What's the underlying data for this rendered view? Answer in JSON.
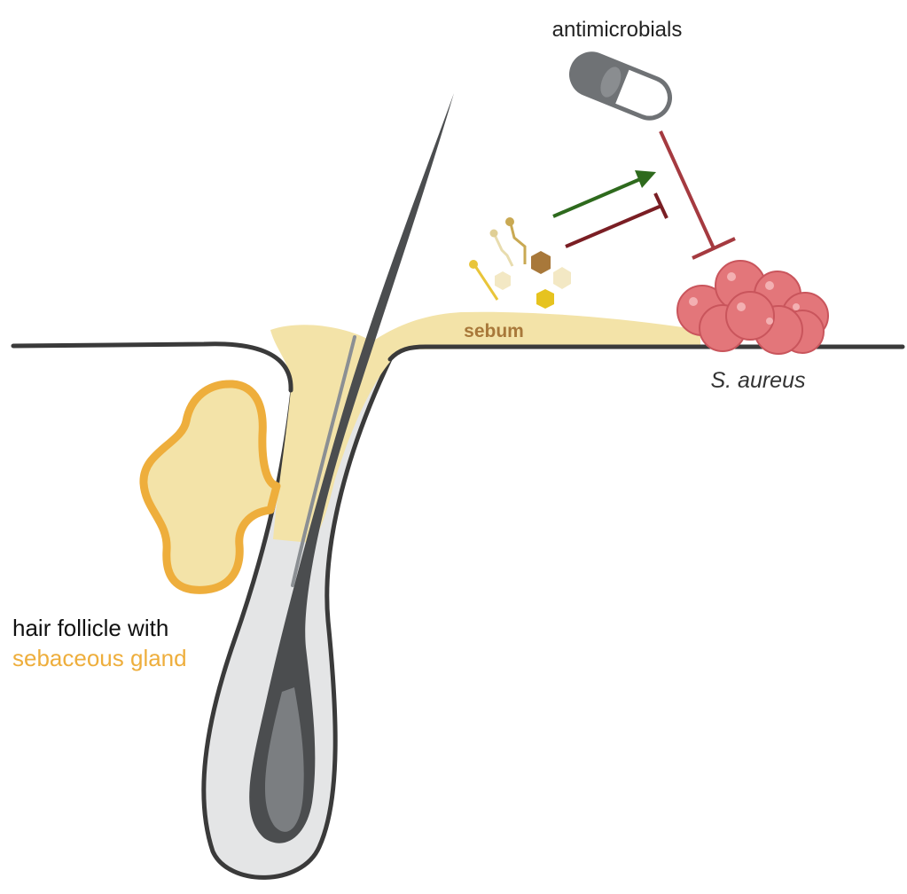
{
  "labels": {
    "antimicrobials": "antimicrobials",
    "sebum": "sebum",
    "bacteria": "S. aureus",
    "follicle_line1": "hair follicle with",
    "follicle_line2": "sebaceous gland"
  },
  "colors": {
    "skin_line": "#3a3a3a",
    "sebum_fill": "#f3e3a8",
    "gland_border": "#eeae3c",
    "gland_label": "#eeae3c",
    "sebum_label": "#a8783a",
    "hair_dark": "#4b4d4f",
    "hair_mid": "#7b7e81",
    "sheath": "#e4e5e6",
    "bacteria": "#e3767a",
    "promote_arrow": "#2e6a1d",
    "inhibit_arrow": "#7a1e24",
    "inhibit_antimicrobial": "#a53a40",
    "text": "#222222",
    "capsule": "#6f7275"
  },
  "icons": [
    "capsule-icon",
    "fatty-acid-icon",
    "lipid-hexagon-icon",
    "bacteria-cluster-icon",
    "hair-icon"
  ]
}
